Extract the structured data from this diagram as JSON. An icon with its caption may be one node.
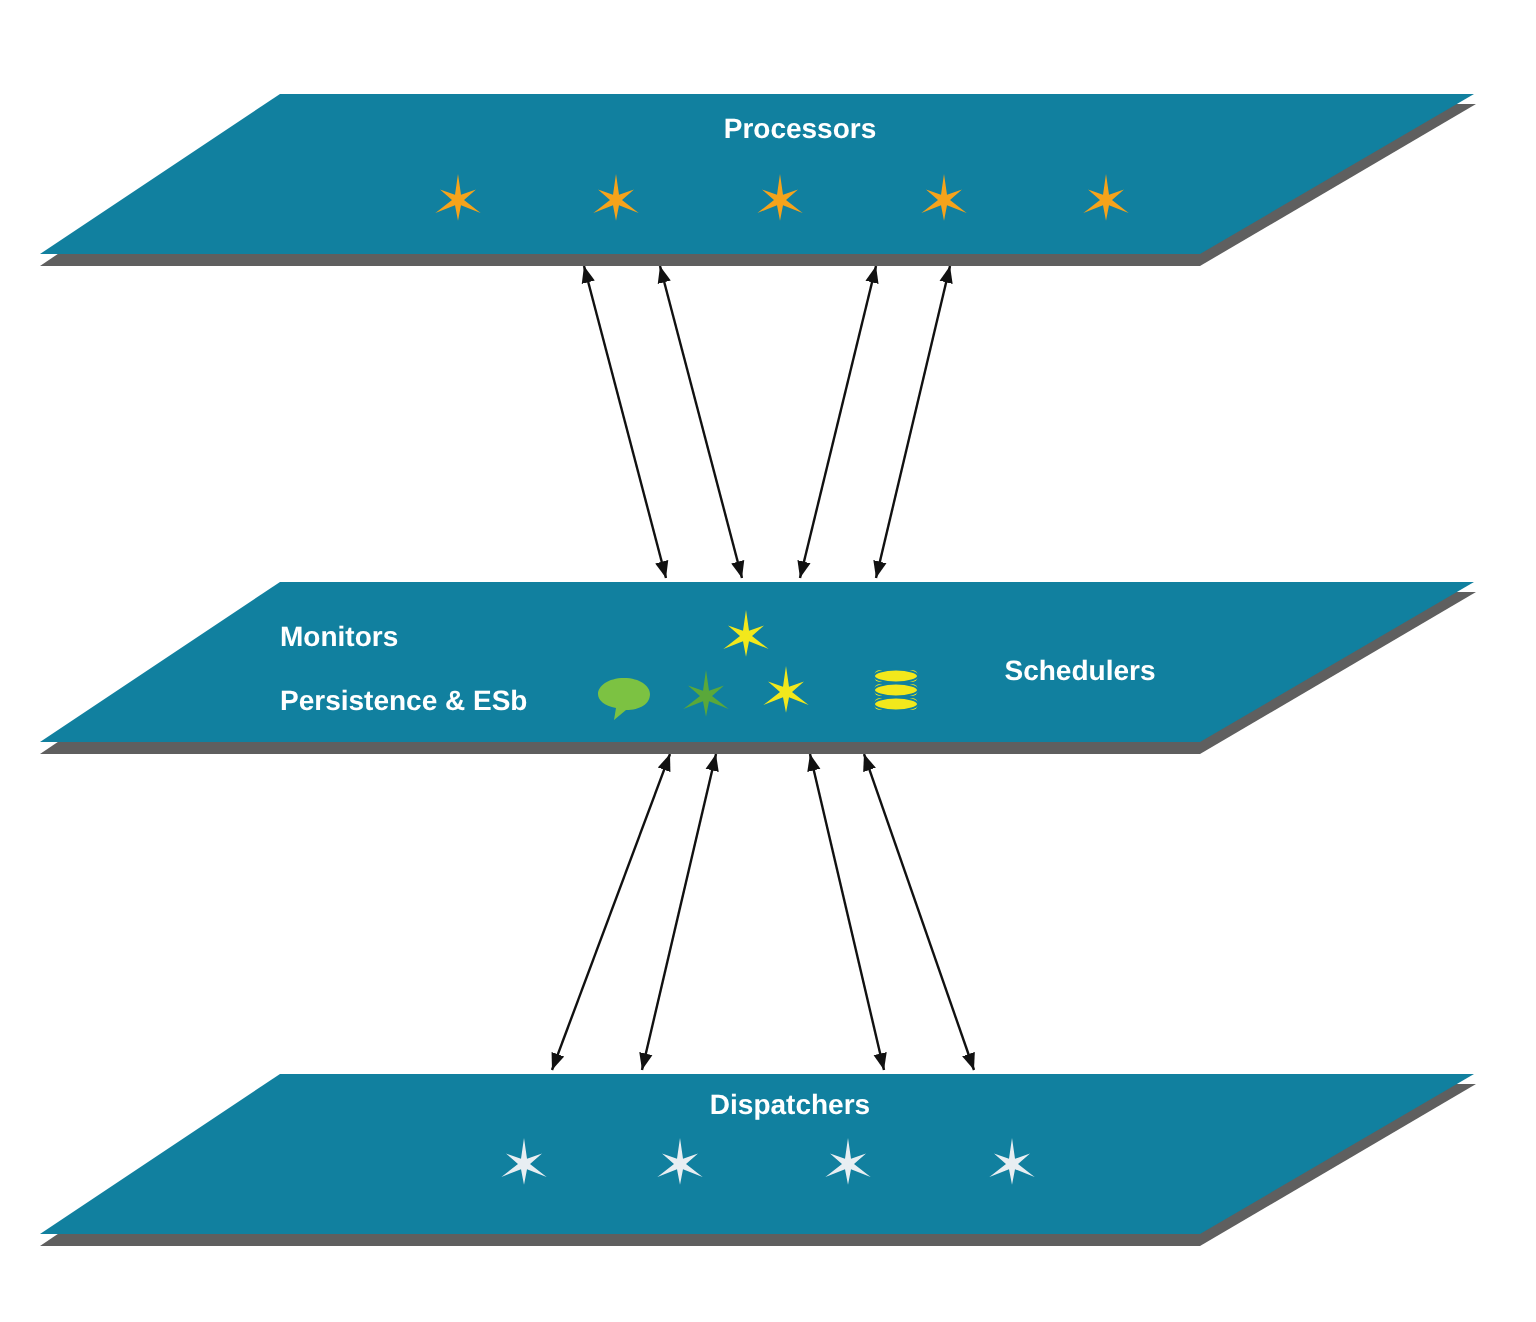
{
  "diagram": {
    "nodes": [
      {
        "text": [
          "Processors"
        ]
      },
      {
        "text": [
          "Monitors",
          "Persistence & ESb",
          "Schedulers"
        ]
      },
      {
        "text": [
          "Dispatchers"
        ]
      }
    ],
    "edges": [
      {
        "from": 0,
        "to": 1,
        "arrow": "both"
      },
      {
        "from": 0,
        "to": 1,
        "arrow": "both"
      },
      {
        "from": 0,
        "to": 1,
        "arrow": "both"
      },
      {
        "from": 0,
        "to": 1,
        "arrow": "both"
      },
      {
        "from": 1,
        "to": 2,
        "arrow": "both"
      },
      {
        "from": 1,
        "to": 2,
        "arrow": "both"
      },
      {
        "from": 1,
        "to": 2,
        "arrow": "both"
      },
      {
        "from": 1,
        "to": 2,
        "arrow": "both"
      }
    ]
  }
}
